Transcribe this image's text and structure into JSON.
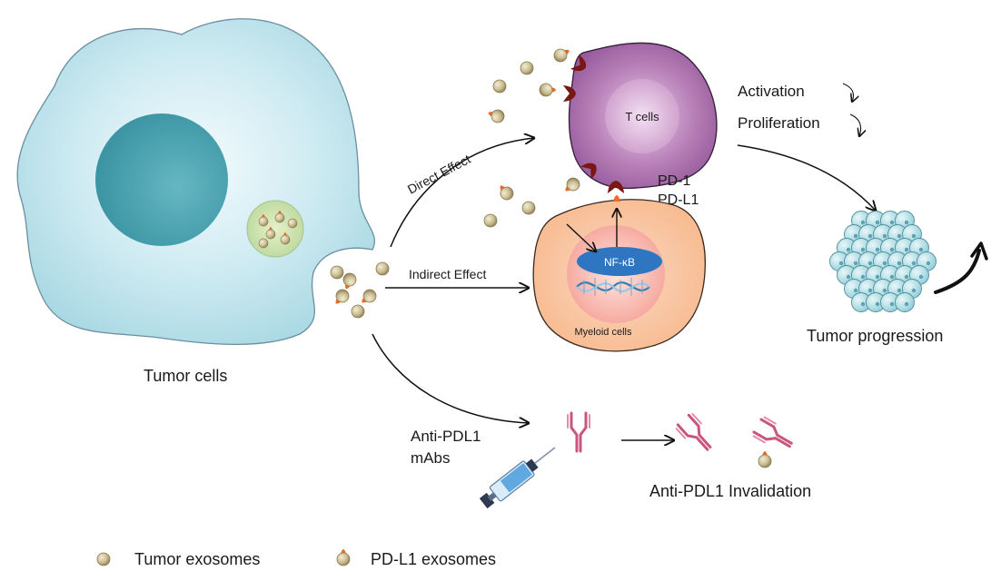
{
  "labels": {
    "tumor_cells": "Tumor cells",
    "direct_effect": "Direct Effect",
    "indirect_effect": "Indirect Effect",
    "t_cells": "T cells",
    "pd1": "PD-1",
    "pdl1": "PD-L1",
    "nfkb": "NF-κB",
    "myeloid_cells": "Myeloid cells",
    "activation": "Activation",
    "proliferation": "Proliferation",
    "tumor_progression": "Tumor progression",
    "anti_pdl1_line1": "Anti-PDL1",
    "anti_pdl1_line2": "mAbs",
    "anti_pdl1_invalidation": "Anti-PDL1 Invalidation"
  },
  "legend": {
    "tumor_exosomes": "Tumor exosomes",
    "pdl1_exosomes": "PD-L1 exosomes"
  },
  "colors": {
    "tumor_cell_fill": "#bfe3ec",
    "nucleus": "#4aa0ad",
    "exosome": "#c9bc93",
    "pdl1": "#ee6a2a",
    "t_cell": "#a46aa4",
    "receptor": "#7d1a16",
    "myeloid": "#f9c59f",
    "nfkb": "#2e76c2",
    "tumor_mass": "#a9dce3",
    "antibody": "#c8567e"
  }
}
